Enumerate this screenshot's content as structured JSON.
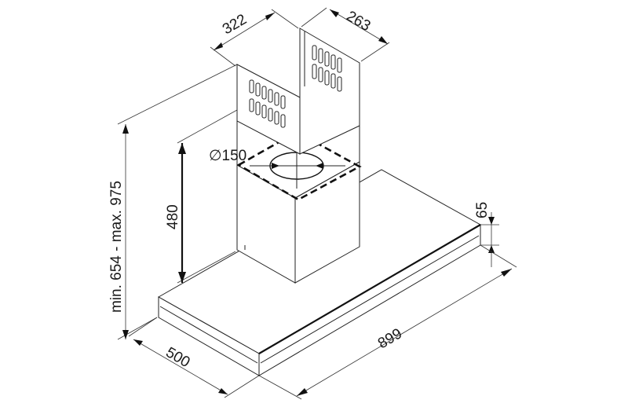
{
  "diagram": {
    "dimensions": {
      "chimney_width": "322",
      "chimney_depth": "263",
      "duct_diameter": "∅150",
      "hood_depth": "500",
      "hood_width": "899",
      "canopy_height": "65",
      "chimney_lower_height": "480",
      "total_height_range": "min. 654 - max. 975"
    }
  }
}
